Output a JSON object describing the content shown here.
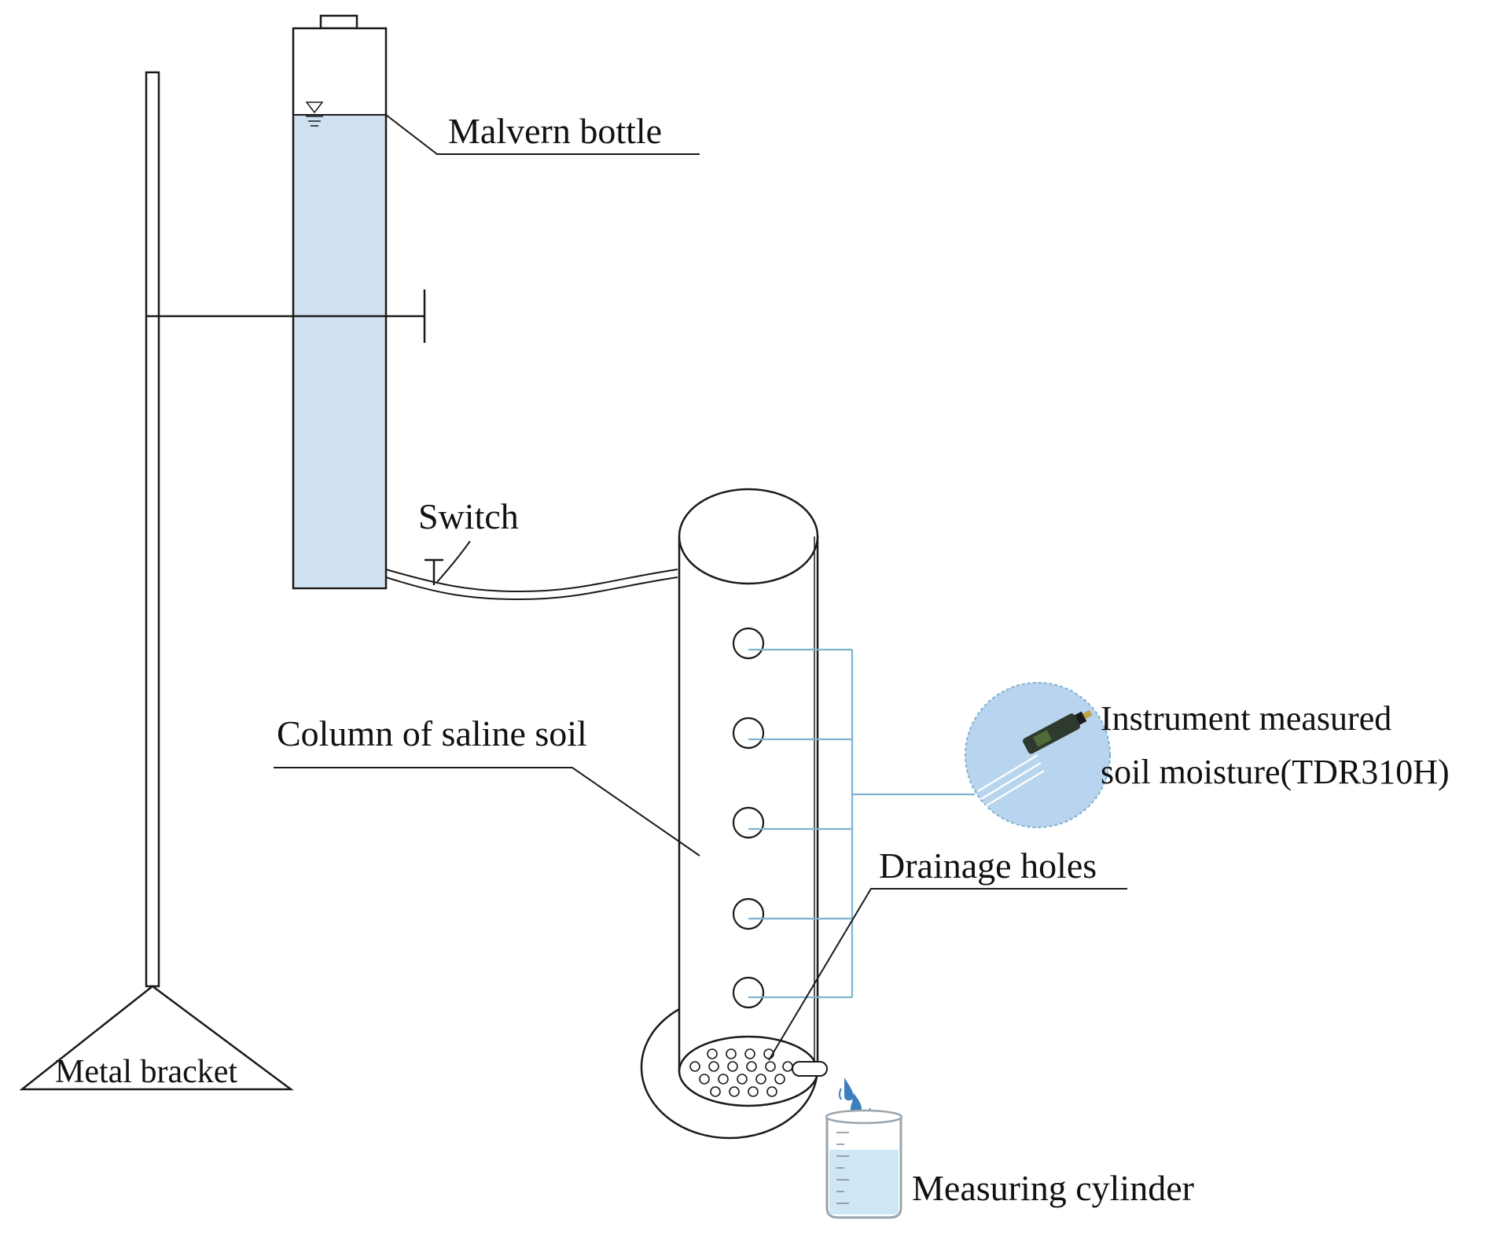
{
  "labels": {
    "malvern_bottle": "Malvern bottle",
    "switch": "Switch",
    "column": "Column of saline soil",
    "instrument_line1": "Instrument  measured",
    "instrument_line2": "soil moisture(TDR310H)",
    "drainage_holes": "Drainage  holes",
    "metal_bracket": "Metal bracket",
    "measuring_cylinder": "Measuring  cylinder"
  },
  "colors": {
    "line": "#1a1a1a",
    "water_fill": "#cfe0f1",
    "wire": "#7fb2cf",
    "probe_lens": "#b9d4ee",
    "drop": "#3c7fbf"
  }
}
